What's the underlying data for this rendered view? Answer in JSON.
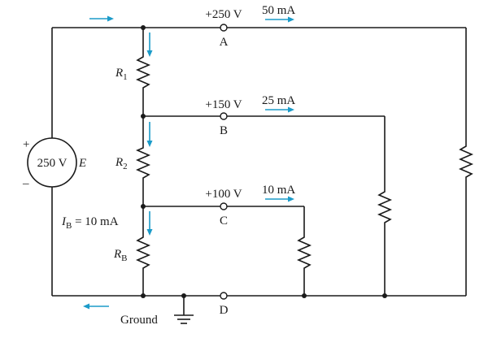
{
  "terminals": {
    "a": {
      "label": "A",
      "voltage": "+250 V",
      "current": "50 mA"
    },
    "b": {
      "label": "B",
      "voltage": "+150 V",
      "current": "25 mA"
    },
    "c": {
      "label": "C",
      "voltage": "+100 V",
      "current": "10 mA"
    },
    "d": {
      "label": "D"
    }
  },
  "source": {
    "value": "250 V",
    "symbol": "E",
    "plus": "+",
    "minus": "–"
  },
  "resistors": {
    "r1": {
      "letter": "R",
      "sub": "1"
    },
    "r2": {
      "letter": "R",
      "sub": "2"
    },
    "rb": {
      "letter": "R",
      "sub": "B"
    }
  },
  "bleeder_current": {
    "letter": "I",
    "sub": "B",
    "rest": " = 10 mA"
  },
  "ground": {
    "label": "Ground"
  },
  "colors": {
    "wire": "#1a1a1a",
    "current_arrow": "#1b9bc9"
  }
}
